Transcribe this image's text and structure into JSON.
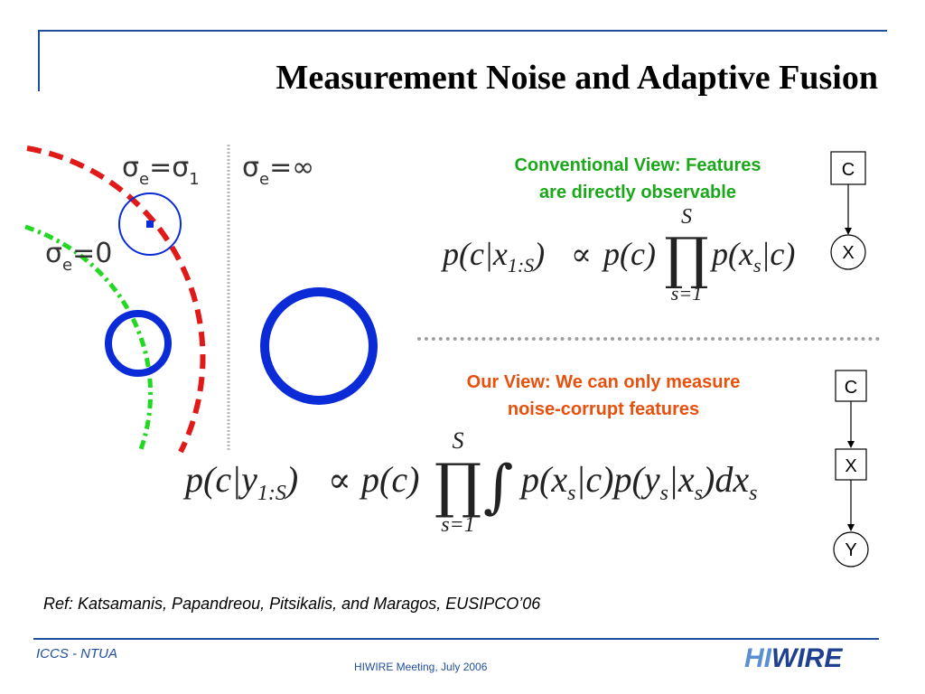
{
  "title": "Measurement Noise and Adaptive Fusion",
  "diagram": {
    "sigma_1": {
      "base": "σ",
      "sub": "e",
      "rest": "=σ",
      "sub2": "1"
    },
    "sigma_inf": {
      "base": "σ",
      "sub": "e",
      "rest": "=∞"
    },
    "sigma_0": {
      "base": "σ",
      "sub": "e",
      "rest": "=0"
    }
  },
  "conventional": {
    "line1": "Conventional View: Features",
    "line2": "are directly observable",
    "equation": {
      "lhs": "p(c|x",
      "lhs_sub": "1:S",
      "lhs_close": ")",
      "prop": "∝",
      "prior": "p(c)",
      "prod": "∏",
      "upper": "S",
      "lower": "s=1",
      "term": "p(x",
      "term_sub": "s",
      "term_close": "|c)"
    }
  },
  "ours": {
    "line1": "Our View: We can only measure",
    "line2": "noise-corrupt features",
    "equation": {
      "lhs": "p(c|y",
      "lhs_sub": "1:S",
      "lhs_close": ")",
      "prop": "∝",
      "prior": "p(c)",
      "prod": "∏",
      "upper": "S",
      "lower": "s=1",
      "integral": "∫",
      "t1": "p(x",
      "t1_sub": "s",
      "t1_close": "|c)",
      "t2": "p(y",
      "t2_sub": "s",
      "t2_mid": "|x",
      "t2_sub2": "s",
      "t2_close": ")",
      "t3": "dx",
      "t3_sub": "s"
    }
  },
  "graph1": {
    "c": "C",
    "x": "X"
  },
  "graph2": {
    "c": "C",
    "x": "X",
    "y": "Y"
  },
  "reference": "Ref: Katsamanis, Papandreou, Pitsikalis, and Maragos, EUSIPCO’06",
  "footer": {
    "left": "ICCS - NTUA",
    "center": "HIWIRE Meeting, July 2006",
    "logo_part1": "HI",
    "logo_part2": "WIRE"
  },
  "colors": {
    "accent": "#1f4e9e",
    "conventional": "#1aa81a",
    "ours": "#e8500e",
    "circle": "#0a2bd6",
    "red_arc": "#e01919",
    "green_arc": "#22d822"
  }
}
